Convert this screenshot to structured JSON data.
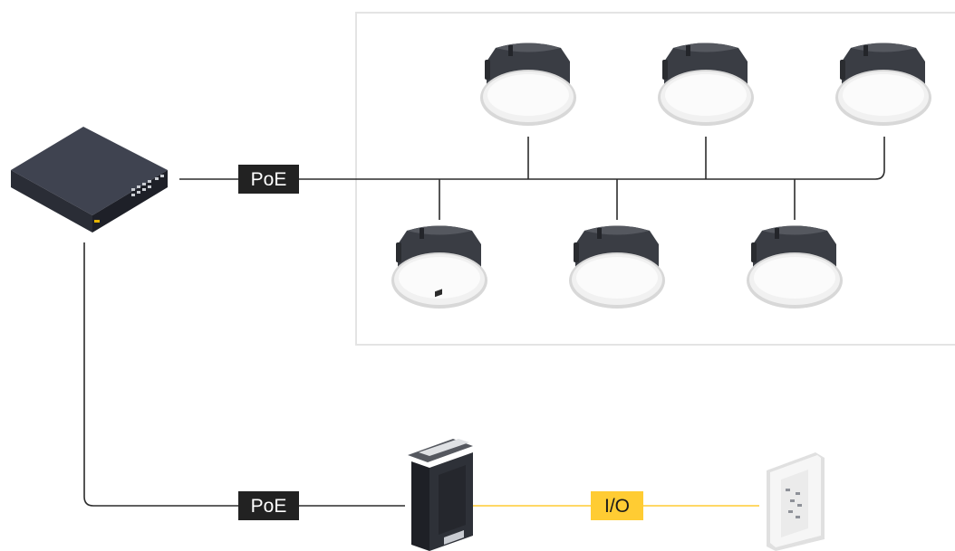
{
  "labels": {
    "poe_top": "PoE",
    "poe_bottom": "PoE",
    "io": "I/O"
  },
  "colors": {
    "line": "#2b2b2b",
    "label_bg": "#222222",
    "label_text": "#ffffff",
    "io_accent": "#ffcc33",
    "io_text": "#1a1a1a",
    "area_border": "#e4e4e4"
  },
  "devices": {
    "network_switch": "network-switch-icon",
    "ceiling_speaker": "ceiling-speaker-icon",
    "io_adapter": "audio-io-adapter-icon",
    "wall_control_panel": "wall-control-panel-icon"
  },
  "speaker_count": 6
}
